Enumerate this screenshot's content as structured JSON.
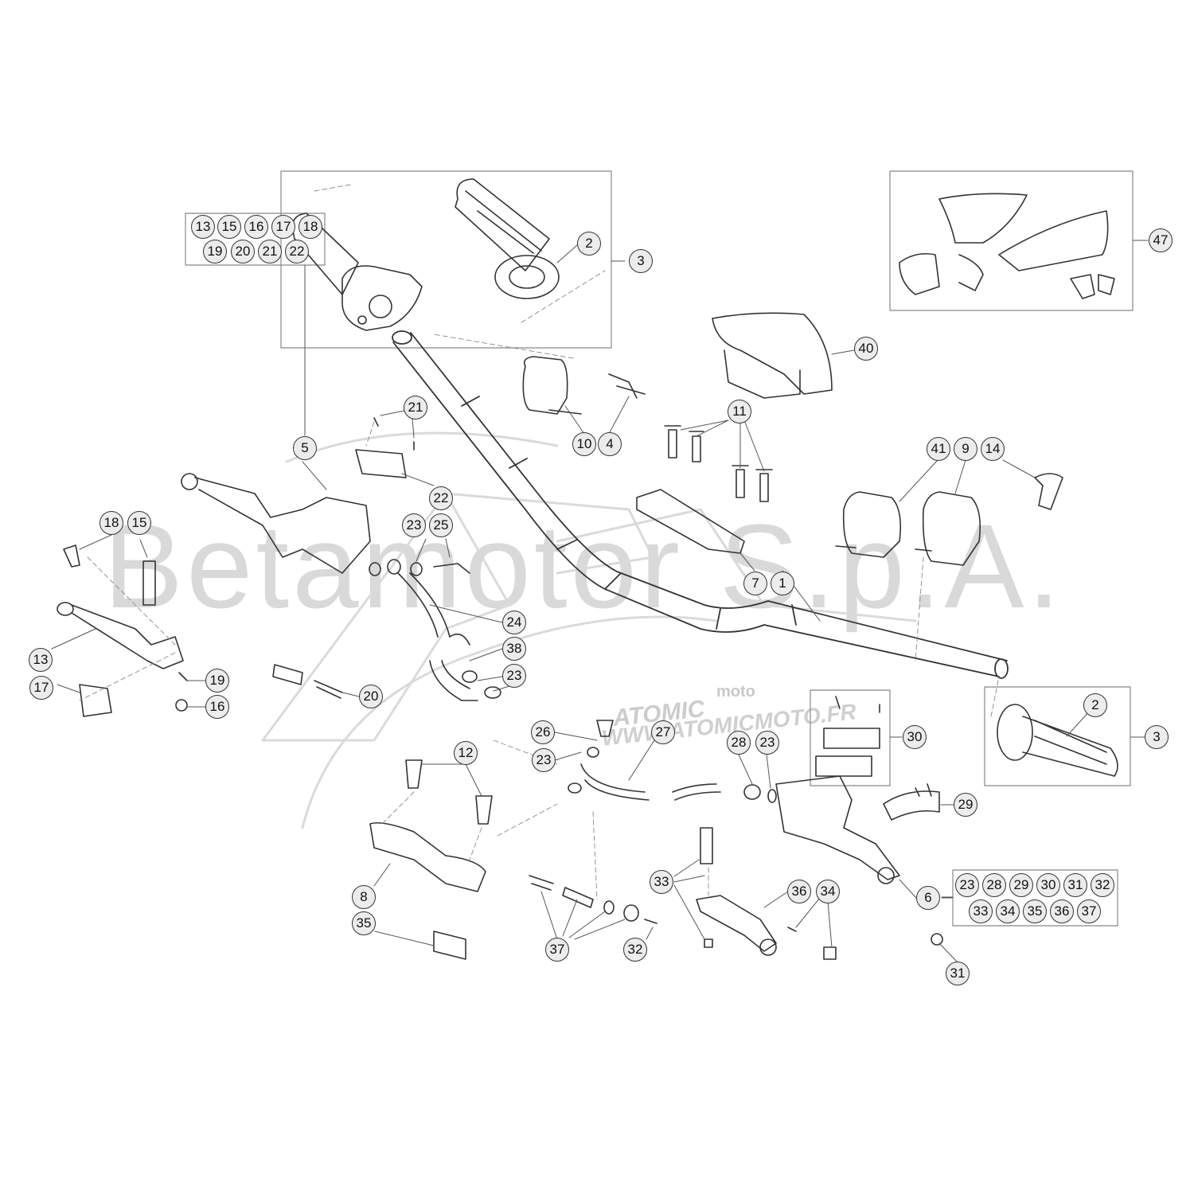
{
  "watermark": {
    "brand": "Betamotor S.p.A.",
    "logo_text": "ATOMIC",
    "logo_sub": "moto",
    "site": "WWW.ATOMICMOTO.FR"
  },
  "callouts": [
    {
      "id": "c2a",
      "label": "2"
    },
    {
      "id": "c3a",
      "label": "3"
    },
    {
      "id": "c47",
      "label": "47"
    },
    {
      "id": "c40",
      "label": "40"
    },
    {
      "id": "c11",
      "label": "11"
    },
    {
      "id": "c10",
      "label": "10"
    },
    {
      "id": "c4",
      "label": "4"
    },
    {
      "id": "c21",
      "label": "21"
    },
    {
      "id": "c5",
      "label": "5"
    },
    {
      "id": "c22",
      "label": "22"
    },
    {
      "id": "c41",
      "label": "41"
    },
    {
      "id": "c9",
      "label": "9"
    },
    {
      "id": "c14",
      "label": "14"
    },
    {
      "id": "c18",
      "label": "18"
    },
    {
      "id": "c15",
      "label": "15"
    },
    {
      "id": "c23a",
      "label": "23"
    },
    {
      "id": "c25",
      "label": "25"
    },
    {
      "id": "c7",
      "label": "7"
    },
    {
      "id": "c1",
      "label": "1"
    },
    {
      "id": "c24",
      "label": "24"
    },
    {
      "id": "c38",
      "label": "38"
    },
    {
      "id": "c23b",
      "label": "23"
    },
    {
      "id": "c13",
      "label": "13"
    },
    {
      "id": "c19",
      "label": "19"
    },
    {
      "id": "c17",
      "label": "17"
    },
    {
      "id": "c16",
      "label": "16"
    },
    {
      "id": "c20",
      "label": "20"
    },
    {
      "id": "c30",
      "label": "30"
    },
    {
      "id": "c2b",
      "label": "2"
    },
    {
      "id": "c3b",
      "label": "3"
    },
    {
      "id": "c26",
      "label": "26"
    },
    {
      "id": "c27",
      "label": "27"
    },
    {
      "id": "c28",
      "label": "28"
    },
    {
      "id": "c23c",
      "label": "23"
    },
    {
      "id": "c23d",
      "label": "23"
    },
    {
      "id": "c12",
      "label": "12"
    },
    {
      "id": "c29",
      "label": "29"
    },
    {
      "id": "c8",
      "label": "8"
    },
    {
      "id": "c33",
      "label": "33"
    },
    {
      "id": "c36",
      "label": "36"
    },
    {
      "id": "c34",
      "label": "34"
    },
    {
      "id": "c6",
      "label": "6"
    },
    {
      "id": "c35",
      "label": "35"
    },
    {
      "id": "c37",
      "label": "37"
    },
    {
      "id": "c32",
      "label": "32"
    },
    {
      "id": "c31",
      "label": "31"
    }
  ],
  "kit_left": [
    "13",
    "15",
    "16",
    "17",
    "18",
    "19",
    "20",
    "21",
    "22"
  ],
  "kit_right": [
    "23",
    "28",
    "29",
    "30",
    "31",
    "32",
    "33",
    "34",
    "35",
    "36",
    "37"
  ]
}
